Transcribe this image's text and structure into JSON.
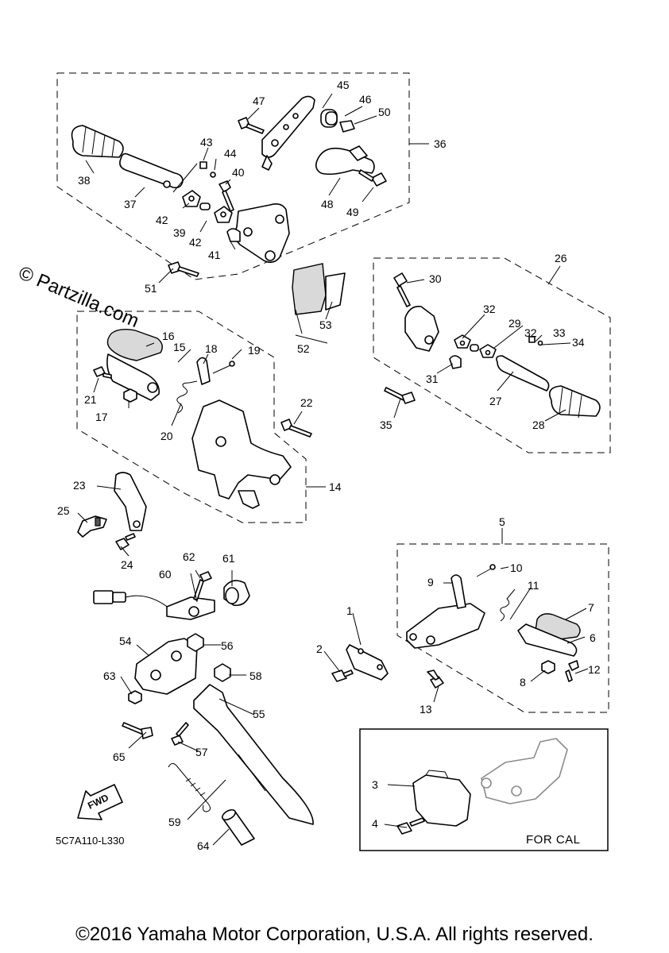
{
  "watermark": "© Partzilla.com",
  "drawing_code": "5C7A110-L330",
  "inset_label": "FOR CAL",
  "direction_arrow": "FWD",
  "copyright": "©2016 Yamaha Motor Corporation, U.S.A. All rights reserved.",
  "callouts": [
    "1",
    "2",
    "3",
    "4",
    "5",
    "6",
    "7",
    "8",
    "9",
    "10",
    "11",
    "12",
    "13",
    "14",
    "15",
    "16",
    "17",
    "18",
    "19",
    "20",
    "21",
    "22",
    "23",
    "24",
    "25",
    "26",
    "27",
    "28",
    "29",
    "30",
    "31",
    "32",
    "33",
    "34",
    "35",
    "36",
    "37",
    "38",
    "39",
    "40",
    "41",
    "42",
    "43",
    "44",
    "45",
    "46",
    "47",
    "48",
    "49",
    "50",
    "51",
    "52",
    "53",
    "54",
    "55",
    "56",
    "57",
    "58",
    "59",
    "60",
    "61",
    "62",
    "63",
    "64",
    "65"
  ]
}
